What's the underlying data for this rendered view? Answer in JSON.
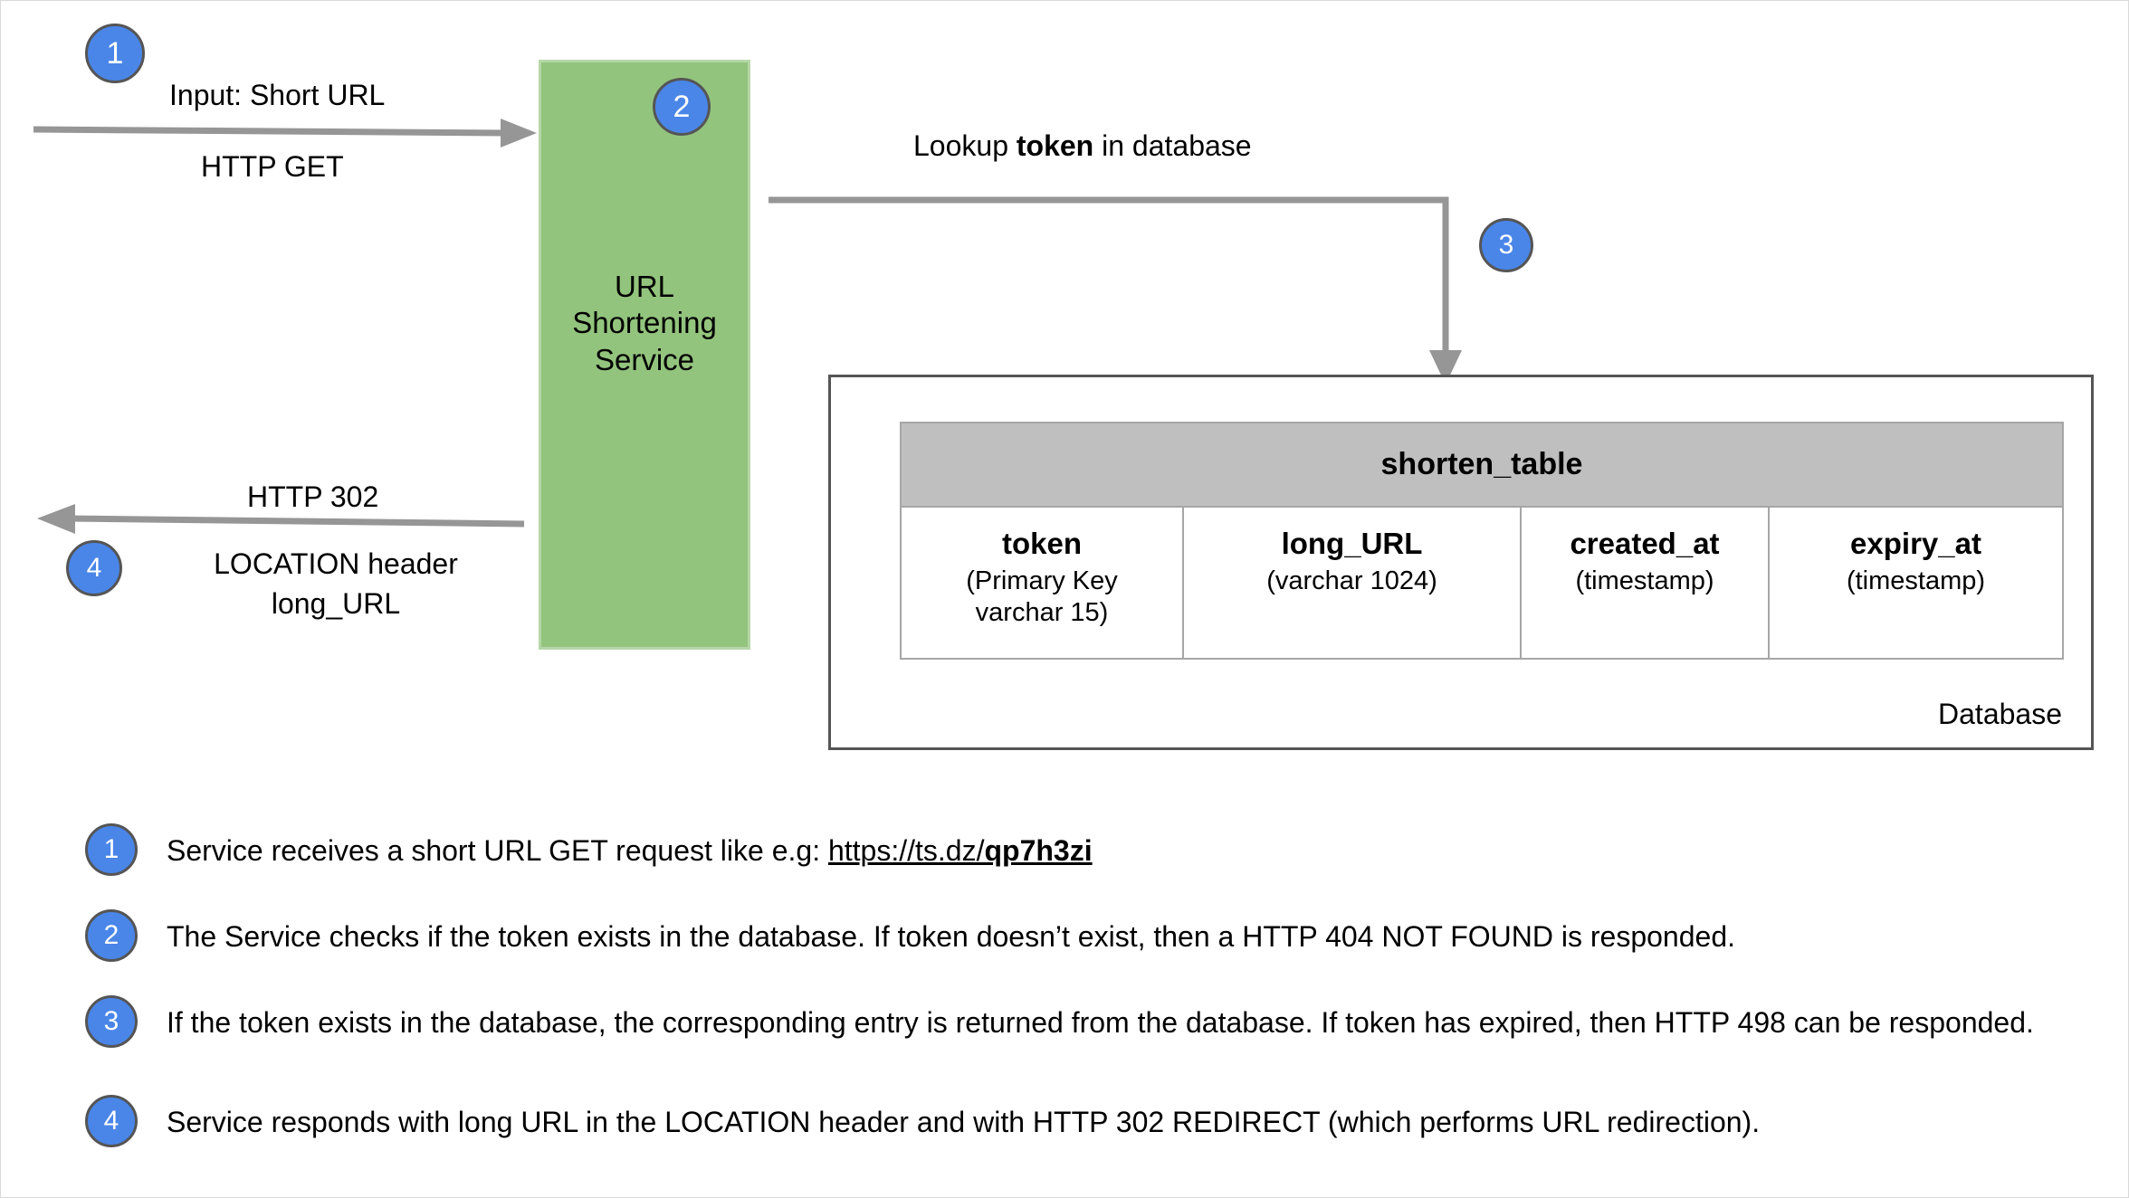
{
  "diagram": {
    "service": {
      "title_lines": [
        "URL",
        "Shortening",
        "Service"
      ],
      "color": "#93c47d"
    },
    "badges": {
      "b1": "1",
      "b2": "2",
      "b3": "3",
      "b4": "4",
      "color": "#4a86e8"
    },
    "arrows": {
      "request": {
        "line1": "Input: Short URL",
        "line2": "HTTP GET"
      },
      "lookup": {
        "prefix": "Lookup ",
        "bold": "token",
        "suffix": " in database"
      },
      "response": {
        "line1": "HTTP 302",
        "line2": "LOCATION header",
        "line3": "long_URL"
      }
    },
    "database": {
      "caption": "Database",
      "table_name": "shorten_table",
      "columns": [
        {
          "name": "token",
          "type_lines": [
            "(Primary Key",
            "varchar 15)"
          ]
        },
        {
          "name": "long_URL",
          "type_lines": [
            "(varchar 1024)"
          ]
        },
        {
          "name": "created_at",
          "type_lines": [
            "(timestamp)"
          ]
        },
        {
          "name": "expiry_at",
          "type_lines": [
            "(timestamp)"
          ]
        }
      ]
    }
  },
  "legend": {
    "items": [
      {
        "number": "1",
        "parts": [
          {
            "text": "Service receives a short URL GET request like e.g: ",
            "style": "plain"
          },
          {
            "text": "https://ts.dz/",
            "style": "underline"
          },
          {
            "text": "qp7h3zi",
            "style": "underline-bold"
          }
        ]
      },
      {
        "number": "2",
        "parts": [
          {
            "text": "The Service checks if the token exists in the database. If token doesn’t exist, then a HTTP 404 NOT FOUND is responded.",
            "style": "plain"
          }
        ]
      },
      {
        "number": "3",
        "parts": [
          {
            "text": "If the token exists in the database, the corresponding entry is returned from the database. If token has expired, then HTTP 498 can be responded.",
            "style": "plain"
          }
        ]
      },
      {
        "number": "4",
        "parts": [
          {
            "text": " Service responds with long URL in the LOCATION header and with HTTP 302 REDIRECT (which performs URL redirection).",
            "style": "plain"
          }
        ]
      }
    ]
  }
}
